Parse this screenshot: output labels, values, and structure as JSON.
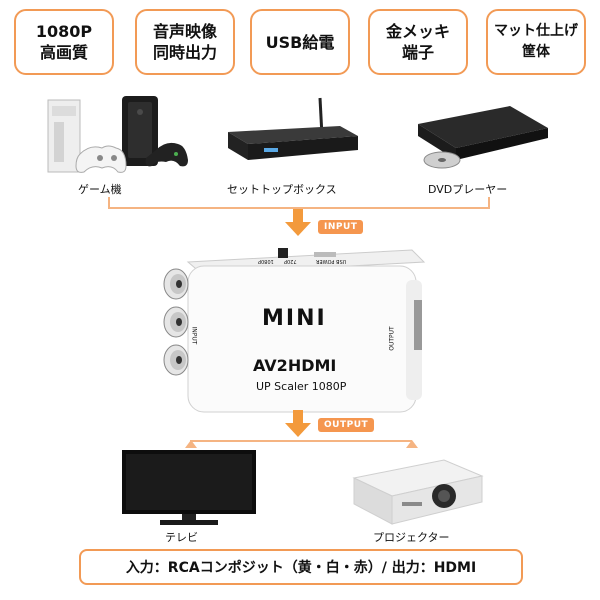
{
  "features": [
    {
      "line1": "1080P",
      "line2": "高画質"
    },
    {
      "line1": "音声映像",
      "line2": "同時出力"
    },
    {
      "line1": "USB給電",
      "line2": ""
    },
    {
      "line1": "金メッキ",
      "line2": "端子"
    },
    {
      "line1": "マット仕上げ",
      "line2": "筐体"
    }
  ],
  "devices": {
    "game": "ゲーム機",
    "settop": "セットトップボックス",
    "dvd": "DVDプレーヤー",
    "tv": "テレビ",
    "projector": "プロジェクター"
  },
  "labels": {
    "input": "INPUT",
    "output": "OUTPUT"
  },
  "converter": {
    "brand": "MINI",
    "model": "AV2HDMI",
    "sub": "UP Scaler 1080P",
    "side_input": "INPUT",
    "side_output": "OUTPUT",
    "switch_720": "720P",
    "switch_1080": "1080P",
    "usb": "USB POWER"
  },
  "footer": "入力：RCAコンポジット（黄・白・赤）/ 出力：HDMI",
  "colors": {
    "accent": "#f29a55",
    "line": "#f5b482"
  }
}
